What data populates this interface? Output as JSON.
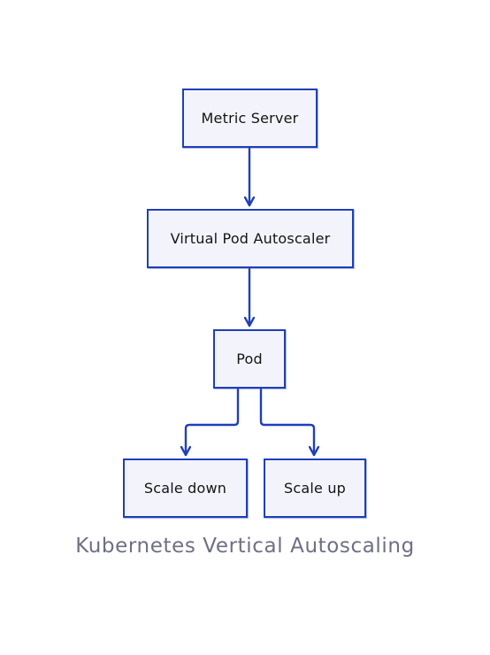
{
  "diagram": {
    "nodes": {
      "metric_server": "Metric Server",
      "vertical_pod_autoscaler": "Virtual Pod Autoscaler",
      "pod": "Pod",
      "scale_down": "Scale down",
      "scale_up": "Scale up"
    },
    "edges": [
      {
        "from": "Metric Server",
        "to": "Virtual Pod Autoscaler"
      },
      {
        "from": "Virtual Pod Autoscaler",
        "to": "Pod"
      },
      {
        "from": "Pod",
        "to": "Scale down"
      },
      {
        "from": "Pod",
        "to": "Scale up"
      }
    ],
    "caption": "Kubernetes Vertical Autoscaling",
    "colors": {
      "stroke": "#1f3fb8",
      "node_fill": "#f3f4fb",
      "caption": "#6f6f84"
    }
  }
}
